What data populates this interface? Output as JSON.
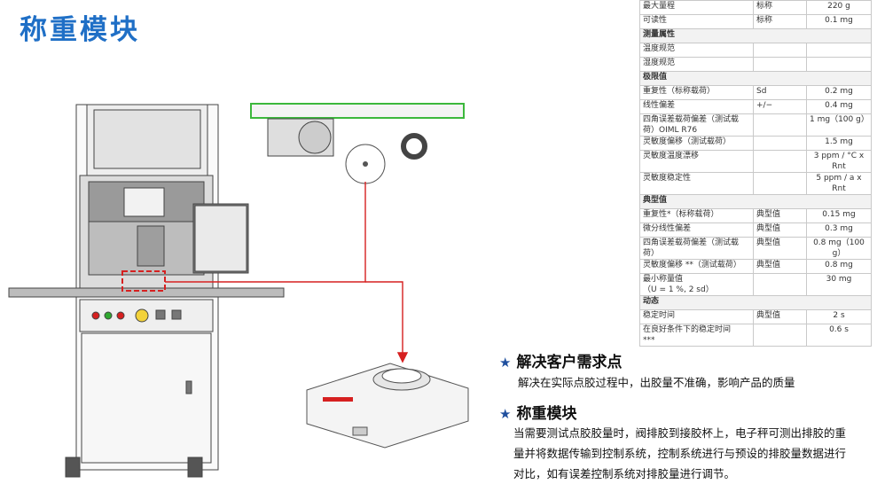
{
  "title": "称重模块",
  "spec_rows": [
    {
      "kind": "row",
      "label": "最大量程",
      "cond": "标称",
      "value": "220 g"
    },
    {
      "kind": "row",
      "label": "可读性",
      "cond": "标称",
      "value": "0.1 mg"
    },
    {
      "kind": "section",
      "label": "测量属性"
    },
    {
      "kind": "row",
      "label": "温度规范",
      "cond": "",
      "value": ""
    },
    {
      "kind": "row",
      "label": "湿度规范",
      "cond": "",
      "value": ""
    },
    {
      "kind": "section",
      "label": "极限值"
    },
    {
      "kind": "row",
      "label": "重复性（标称载荷）",
      "cond": "Sd",
      "value": "0.2 mg"
    },
    {
      "kind": "row",
      "label": "线性偏差",
      "cond": "+/−",
      "value": "0.4 mg"
    },
    {
      "kind": "row",
      "label": "四角误差载荷偏差（测试载荷）OIML R76",
      "cond": "",
      "value": "1 mg（100 g）"
    },
    {
      "kind": "row",
      "label": "灵敏度偏移（测试载荷）",
      "cond": "",
      "value": "1.5 mg"
    },
    {
      "kind": "row",
      "label": "灵敏度温度漂移",
      "cond": "",
      "value": "3 ppm / °C x Rnt"
    },
    {
      "kind": "row",
      "label": "灵敏度稳定性",
      "cond": "",
      "value": "5 ppm / a x Rnt"
    },
    {
      "kind": "section",
      "label": "典型值"
    },
    {
      "kind": "row",
      "label": "重复性*（标称载荷）",
      "cond": "典型值",
      "value": "0.15 mg"
    },
    {
      "kind": "row",
      "label": "微分线性偏差",
      "cond": "典型值",
      "value": "0.3 mg"
    },
    {
      "kind": "row",
      "label": "四角误差载荷偏差（测试载荷）",
      "cond": "典型值",
      "value": "0.8 mg（100 g）"
    },
    {
      "kind": "row",
      "label": "灵敏度偏移 **（测试载荷）",
      "cond": "典型值",
      "value": "0.8 mg"
    },
    {
      "kind": "row",
      "label": "最小称量值\n（U = 1 %, 2 sd）",
      "cond": "",
      "value": "30 mg"
    },
    {
      "kind": "section",
      "label": "动态"
    },
    {
      "kind": "row",
      "label": "稳定时间",
      "cond": "典型值",
      "value": "2 s"
    },
    {
      "kind": "row",
      "label": "在良好条件下的稳定时间\n***",
      "cond": "",
      "value": "0.6 s"
    }
  ],
  "blocks": [
    {
      "heading": "解决客户需求点",
      "text": "解决在实际点胶过程中，出胶量不准确，影响产品的质量"
    },
    {
      "heading": "称重模块",
      "text": "当需要测试点胶胶量时，阀排胶到接胶杯上，电子秤可测出排胶的重量并将数据传输到控制系统，控制系统进行与预设的排胶量数据进行对比，如有误差控制系统对排胶量进行调节。"
    }
  ],
  "colors": {
    "title": "#1f6fc6",
    "callout": "#d62020",
    "rail": "#3cb83c",
    "star": "#1f4f9e"
  },
  "icons": [
    "star-icon"
  ]
}
